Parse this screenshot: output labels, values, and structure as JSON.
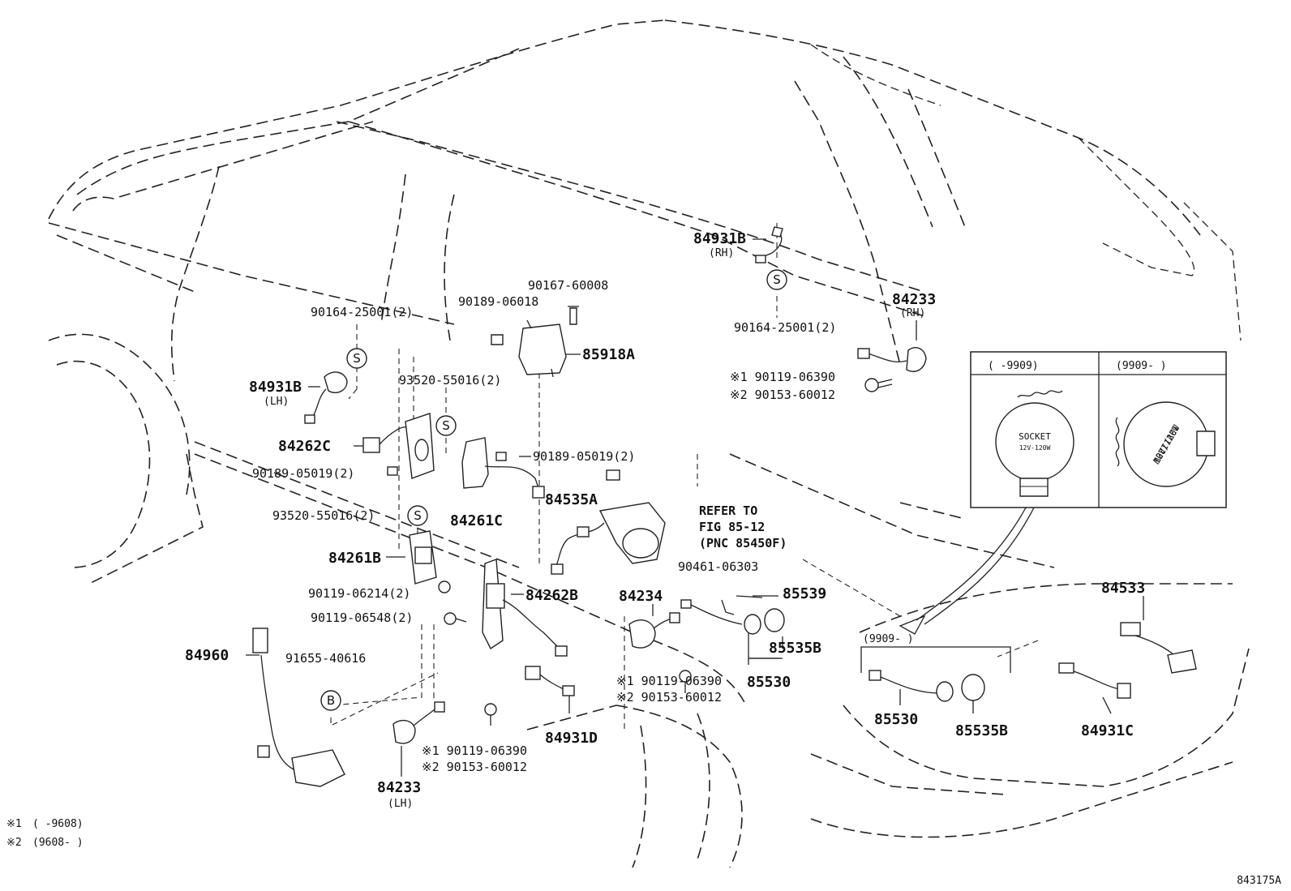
{
  "figure_code": "843175A",
  "notes": [
    {
      "mark": "※1",
      "text": "(      -9608)"
    },
    {
      "mark": "※2",
      "text": "(9608-      )"
    }
  ],
  "refer": [
    "REFER TO",
    "FIG 85-12",
    "(PNC 85450F)"
  ],
  "inset": {
    "left_header": "(      -9909)",
    "right_header": "(9909-      )",
    "socket_line1": "SOCKET",
    "socket_line2": "12V-120W",
    "socket_rotated": "12V/120W"
  },
  "bracket_label": "(9909-      )",
  "symbols": {
    "S": "S",
    "B": "B"
  },
  "labels": {
    "p84931B_rh": "84931B",
    "rh1": "(RH)",
    "p90167": "90167-60008",
    "p90189_06018": "90189-06018",
    "p85918A": "85918A",
    "p84233_rh": "84233",
    "rh2": "(RH)",
    "p90164_rh": "90164-25001(2)",
    "p90164_lh": "90164-25001(2)",
    "p84931B_lh": "84931B",
    "lh1": "(LH)",
    "p93520_top": "93520-55016(2)",
    "p90119_06390_a": "※1 90119-06390",
    "p90153_a": "※2 90153-60012",
    "p84262C": "84262C",
    "p90189_05019_r": "90189-05019(2)",
    "p90189_05019_l": "90189-05019(2)",
    "p84261C": "84261C",
    "p84535A": "84535A",
    "p93520_bot": "93520-55016(2)",
    "p84261B": "84261B",
    "p90461": "90461-06303",
    "p90119_06214": "90119-06214(2)",
    "p84262B": "84262B",
    "p84234": "84234",
    "p85539": "85539",
    "p90119_06548": "90119-06548(2)",
    "p85535B_mid": "85535B",
    "p84960": "84960",
    "p91655": "91655-40616",
    "p90119_06390_b": "※1 90119-06390",
    "p90153_b": "※2 90153-60012",
    "p85530_mid": "85530",
    "p90119_06390_c": "※1 90119-06390",
    "p90153_c": "※2 90153-60012",
    "p84931D": "84931D",
    "p84233_lh": "84233",
    "lh2": "(LH)",
    "p84533": "84533",
    "p85530_r": "85530",
    "p85535B_r": "85535B",
    "p84931C": "84931C"
  }
}
